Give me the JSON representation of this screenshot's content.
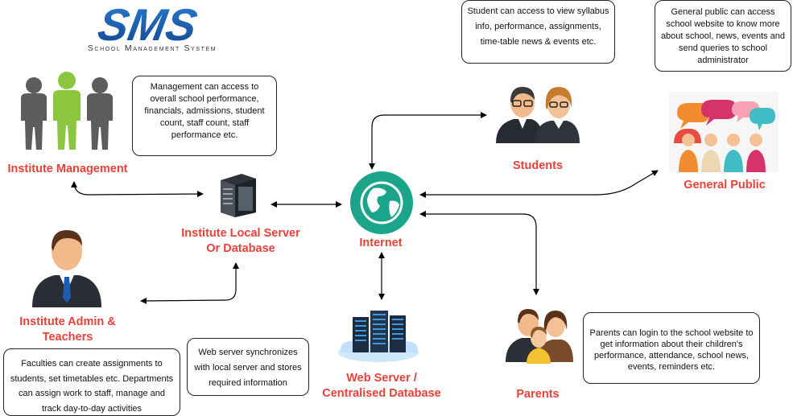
{
  "logo": {
    "name": "SMS",
    "subtitle": "School Management System",
    "color": "#1d5fa8"
  },
  "nodes": {
    "management": {
      "label": "Institute Management"
    },
    "local_server": {
      "label_line1": "Institute Local Server",
      "label_line2": "Or Database"
    },
    "admin_teachers": {
      "label_line1": "Institute Admin &",
      "label_line2": "Teachers"
    },
    "internet": {
      "label": "Internet"
    },
    "students": {
      "label": "Students"
    },
    "general_public": {
      "label": "General Public"
    },
    "parents": {
      "label": "Parents"
    },
    "web_server": {
      "label_line1": "Web Server /",
      "label_line2": "Centralised Database"
    }
  },
  "notes": {
    "management": "Management can access to overall school performance, financials, admissions, student count, staff count, staff performance etc.",
    "students": "Student can access to view syllabus info, performance, assignments, time-table news & events etc.",
    "general_public": "General public can access school website to know more about school, news, events and send queries to school administrator",
    "parents": "Parents can login to the school website to get information about their children's performance, attendance, school news, events, reminders etc.",
    "web_server": "Web server synchronizes with local server and stores required information",
    "faculties": "Faculties can create assignments to students, set timetables etc. Departments can assign work to staff, manage and track day-to-day activities"
  },
  "colors": {
    "label_red": "#e8413a",
    "internet_green": "#1aa58a",
    "server_dark": "#3a3f47",
    "cloud_blue": "#3d9be0"
  }
}
